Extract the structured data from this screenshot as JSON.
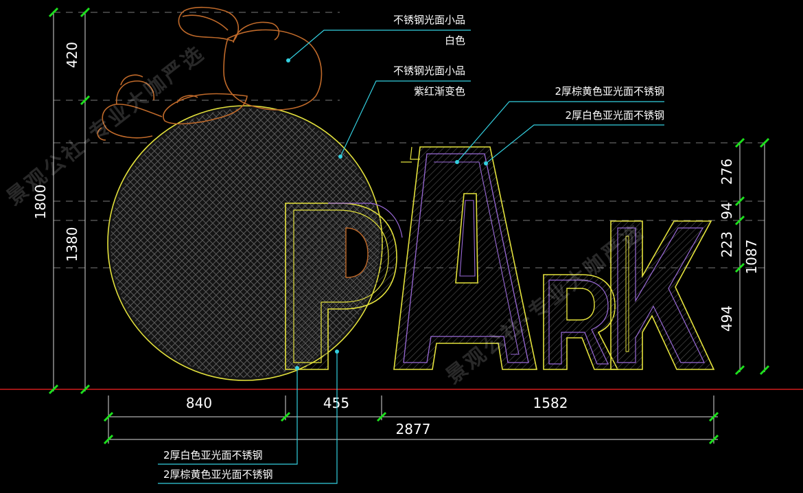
{
  "callouts": {
    "rabbit_material": "不锈钢光面小品",
    "rabbit_color": "白色",
    "sphere_material": "不锈钢光面小品",
    "sphere_color": "紫红渐变色",
    "brown_steel_top": "2厚棕黄色亚光面不锈钢",
    "white_steel_top": "2厚白色亚光面不锈钢",
    "white_steel_bottom": "2厚白色亚光面不锈钢",
    "brown_steel_bottom": "2厚棕黄色亚光面不锈钢"
  },
  "dimensions": {
    "left_total": "1800",
    "left_upper": "420",
    "left_lower": "1380",
    "right_276": "276",
    "right_94": "94",
    "right_223": "223",
    "right_494": "494",
    "right_total": "1087",
    "bottom_840": "840",
    "bottom_455": "455",
    "bottom_1582": "1582",
    "bottom_total": "2877"
  },
  "watermark": {
    "text_a": "景观公社-专业大咖严选",
    "text_b": "景观公社-专业大咖严选"
  },
  "colors": {
    "background": "#000000",
    "yellow_outline": "#e4e23c",
    "purple_outline": "#9a6ad8",
    "rabbit_outline": "#c06a2a",
    "leader": "#34d0e0",
    "dimension_tick": "#1ce01c",
    "ground": "#d41e1e",
    "hatch": "#555555"
  }
}
